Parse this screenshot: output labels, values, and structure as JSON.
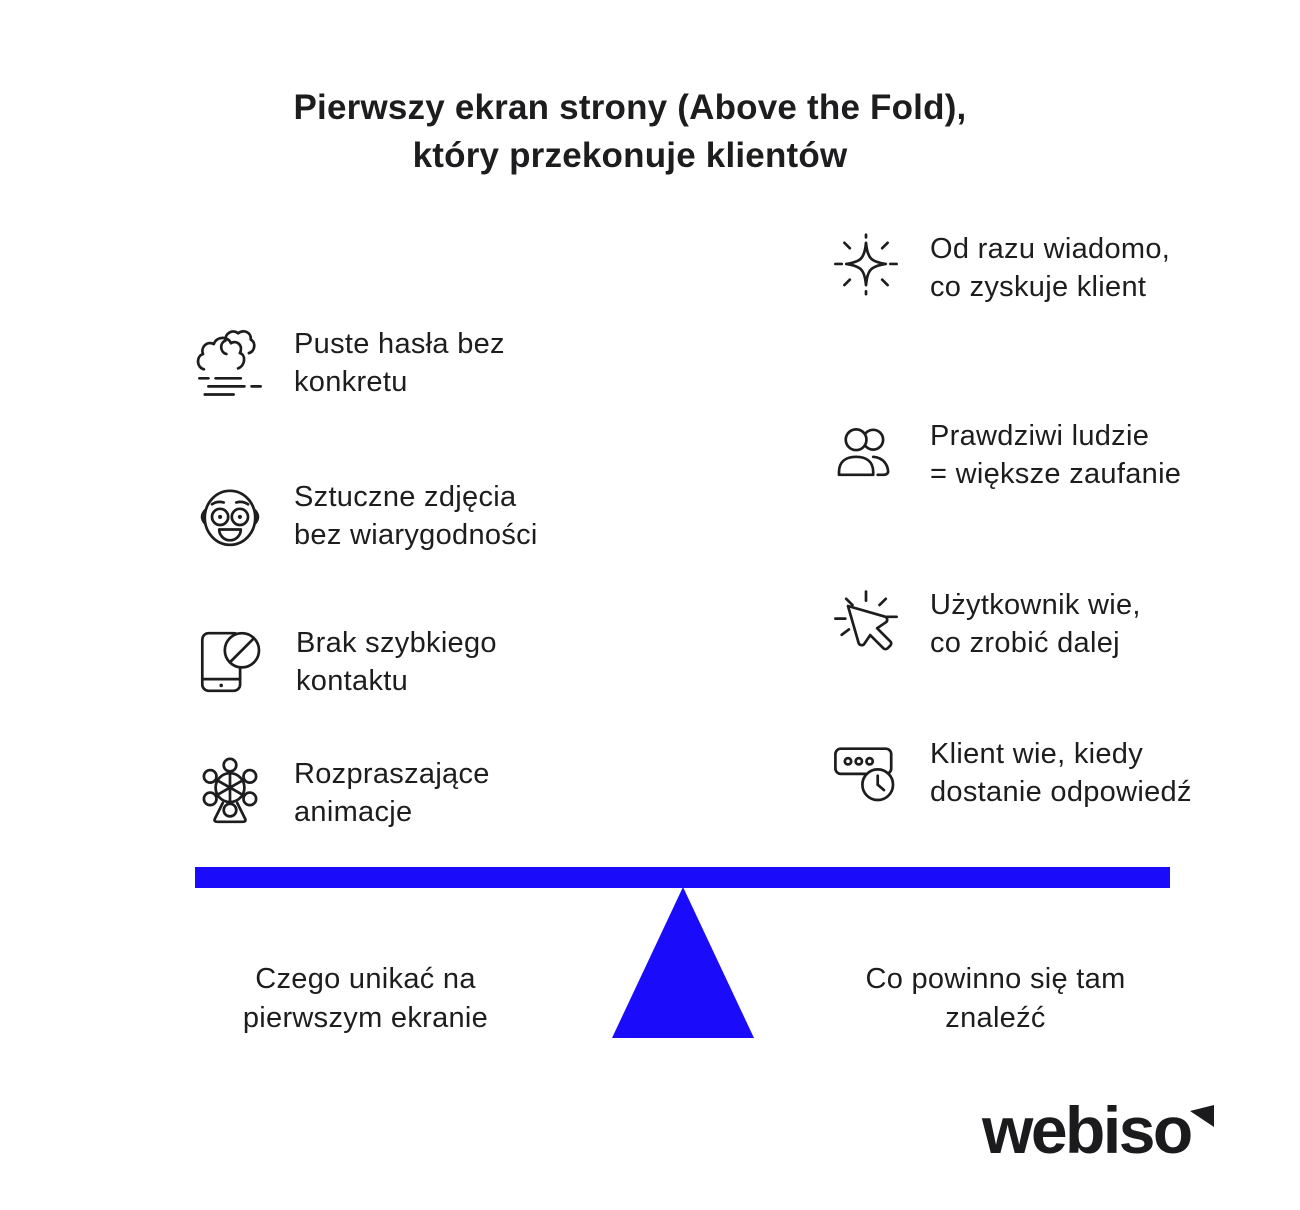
{
  "colors": {
    "accent_blue": "#1a0bfb",
    "text": "#1d1d1f",
    "background": "#ffffff"
  },
  "title": {
    "line1": "Pierwszy ekran strony (Above the Fold),",
    "line2": "który przekonuje klientów"
  },
  "left_column": {
    "items": [
      {
        "icon": "fog-clouds-icon",
        "line1": "Puste hasła bez",
        "line2": "konkretu"
      },
      {
        "icon": "naive-face-icon",
        "line1": "Sztuczne zdjęcia",
        "line2": "bez wiarygodności"
      },
      {
        "icon": "phone-blocked-icon",
        "line1": "Brak szybkiego",
        "line2": "kontaktu"
      },
      {
        "icon": "ferris-wheel-icon",
        "line1": "Rozpraszające",
        "line2": "animacje"
      }
    ],
    "caption": {
      "line1": "Czego unikać na",
      "line2": "pierwszym ekranie"
    }
  },
  "right_column": {
    "items": [
      {
        "icon": "sparkle-icon",
        "line1": "Od razu wiadomo,",
        "line2": "co zyskuje klient"
      },
      {
        "icon": "two-people-icon",
        "line1": "Prawdziwi ludzie",
        "line2": "= większe zaufanie"
      },
      {
        "icon": "click-cursor-icon",
        "line1": "Użytkownik wie,",
        "line2": "co zrobić dalej"
      },
      {
        "icon": "message-clock-icon",
        "line1": "Klient wie, kiedy",
        "line2": "dostanie odpowiedź"
      }
    ],
    "caption": {
      "line1": "Co powinno się tam",
      "line2": "znaleźć"
    }
  },
  "logo": {
    "text": "webiso"
  }
}
